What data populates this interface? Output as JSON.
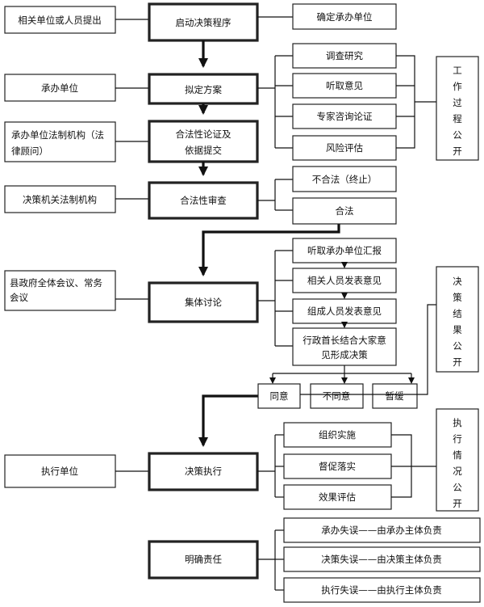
{
  "left_units": {
    "proposer": "相关单位或人员提出",
    "undertaker": "承办单位",
    "legal_org_line1": "承办单位法制机构（法",
    "legal_org_line2": "律顾问）",
    "decision_legal": "决策机关法制机构",
    "meeting_line1": "县政府全体会议、常务",
    "meeting_line2": "会议",
    "executor": "执行单位"
  },
  "main_steps": {
    "start": "启动决策程序",
    "draft": "拟定方案",
    "legality_line1": "合法性论证及",
    "legality_line2": "依据提交",
    "review": "合法性审查",
    "discussion": "集体讨论",
    "execution": "决策执行",
    "responsibility": "明确责任"
  },
  "right_items": {
    "confirm_unit": "确定承办单位",
    "research": "调查研究",
    "opinions": "听取意见",
    "expert": "专家咨询论证",
    "risk": "风险评估",
    "illegal": "不合法（终止）",
    "legal": "合法",
    "hear_report": "听取承办单位汇报",
    "related_opinion": "相关人员发表意见",
    "member_opinion": "组成人员发表意见",
    "head_decide_line1": "行政首长结合大家意",
    "head_decide_line2": "见形成决策",
    "organize": "组织实施",
    "supervise": "督促落实",
    "evaluate": "效果评估",
    "resp_undertake": "承办失误——由承办主体负责",
    "resp_decision": "决策失误——由决策主体负责",
    "resp_execute": "执行失误——由执行主体负责"
  },
  "outcomes": {
    "agree": "同意",
    "disagree": "不同意",
    "postpone": "暂缓"
  },
  "public_notices": {
    "work_process": [
      "工",
      "作",
      "过",
      "程",
      "公",
      "开"
    ],
    "decision_result": [
      "决",
      "策",
      "结",
      "果",
      "公",
      "开"
    ],
    "execution_status": [
      "执",
      "行",
      "情",
      "况",
      "公",
      "开"
    ]
  }
}
